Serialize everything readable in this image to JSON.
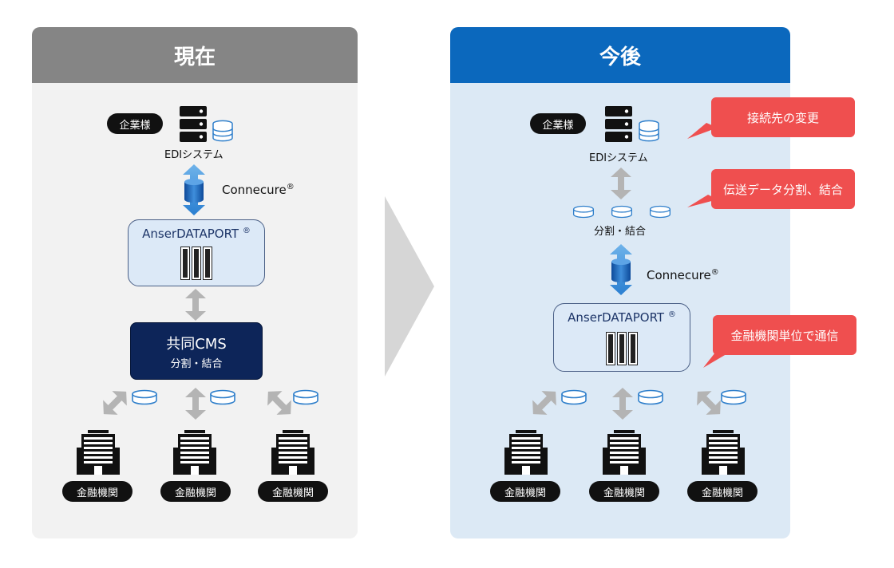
{
  "current": {
    "title": "現在",
    "client_label": "企業様",
    "edi_label": "EDIシステム",
    "connecure_label": "Connecure",
    "reg_mark": "®",
    "anser_label": "AnserDATAPORT",
    "cms_title": "共同CMS",
    "cms_sub": "分割・結合",
    "banks": [
      "金融機関",
      "金融機関",
      "金融機関"
    ]
  },
  "future": {
    "title": "今後",
    "client_label": "企業様",
    "edi_label": "EDIシステム",
    "split_label": "分割・結合",
    "connecure_label": "Connecure",
    "reg_mark": "®",
    "anser_label": "AnserDATAPORT",
    "banks": [
      "金融機関",
      "金融機関",
      "金融機関"
    ],
    "callouts": [
      "接続先の変更",
      "伝送データ分割、結合",
      "金融機関単位で通信"
    ]
  },
  "colors": {
    "current_header": "#858585",
    "current_bg": "#f2f2f2",
    "future_header": "#0b68bd",
    "future_bg": "#dce9f5",
    "callout": "#ef4f4f",
    "cms_fill": "#0d2559",
    "arrow_gray": "#b4b4b4"
  }
}
